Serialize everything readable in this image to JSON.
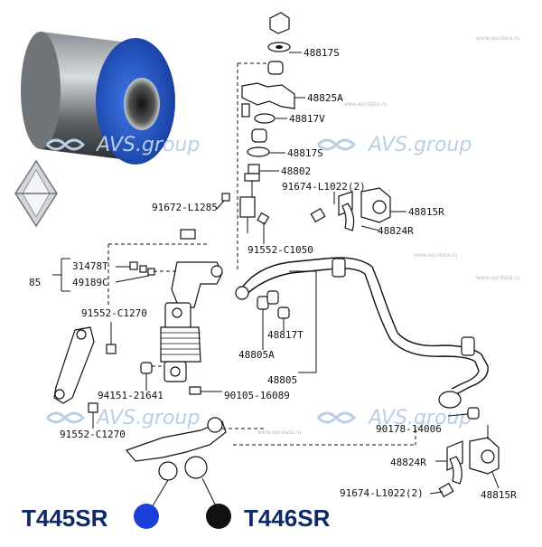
{
  "watermarks": [
    "AVS.group",
    "AVS.group",
    "AVS.group",
    "AVS.group"
  ],
  "source_marks": [
    "www.epcdata.ru",
    "www.epcdata.ru",
    "www.epcdata.ru",
    "www.epcdata.ru",
    "www.epcdata.ru"
  ],
  "part_numbers": {
    "p48817s_top": "48817S",
    "p48825a": "48825A",
    "p48817v": "48817V",
    "p48817s_mid": "48817S",
    "p48802": "48802",
    "p91674_top": "91674-L1022(2)",
    "p48815r_top": "48815R",
    "p48824r_top": "48824R",
    "p91672": "91672-L1285",
    "p91552_c1050": "91552-C1050",
    "p31478t": "31478T",
    "p85": "85",
    "p49189c": "49189C",
    "p91552_c1270a": "91552-C1270",
    "p48817t": "48817T",
    "p48805a": "48805A",
    "p48805": "48805",
    "p94151": "94151-21641",
    "p90105": "90105-16089",
    "p90178": "90178-14006",
    "p91552_c1270b": "91552-C1270",
    "p48824r_bot": "48824R",
    "p91674_bot": "91674-L1022(2)",
    "p48815r_bot": "48815R"
  },
  "products": {
    "left": {
      "code": "T445SR",
      "dot_color": "#1a3fd8"
    },
    "right": {
      "code": "T446SR",
      "dot_color": "#111111"
    }
  },
  "colors": {
    "bushing_blue": "#1d52c8",
    "watermark": "#b9cfe6",
    "brand_text": "#0d2a66"
  }
}
